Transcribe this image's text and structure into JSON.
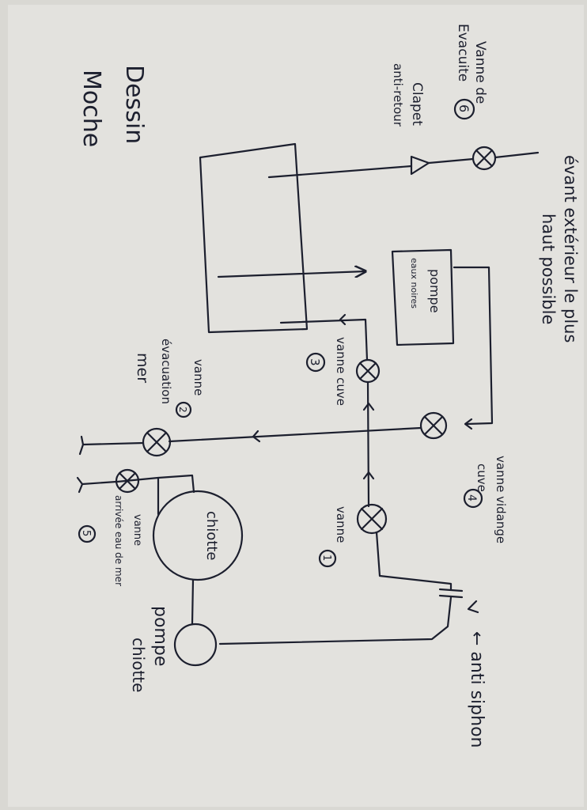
{
  "colors": {
    "ink": "#1c1f2e",
    "paper": "#e3e2de"
  },
  "labels": {
    "title_line1": "Dessin",
    "title_line2": "Moche",
    "vanne_evacuation_l1": "Vanne de",
    "vanne_evacuation_l2": "Evacuite",
    "vanne_evacuation_num": "6",
    "clapet_l1": "Clapet",
    "clapet_l2": "anti-retour",
    "evant_l1": "évant extérieur le plus",
    "evant_l2": "haut possible",
    "pompe_l1": "pompe",
    "pompe_l2": "eaux noires",
    "vanne_cuve_l1": "vanne cuve",
    "vanne_cuve_num": "3",
    "vanne_evac_mer_l1": "vanne",
    "vanne_evac_mer_num": "2",
    "vanne_evac_mer_l2": "évacuation",
    "vanne_evac_mer_l3": "mer",
    "vanne_vidange_l1": "vanne vidange",
    "vanne_vidange_l2": "cuve",
    "vanne_vidange_num": "4",
    "vanne1_l1": "vanne",
    "vanne1_num": "1",
    "chiotte": "chiotte",
    "vanne_arrivee_l1": "vanne",
    "vanne_arrivee_l2": "arrivée eau de mer",
    "vanne_arrivee_num": "5",
    "pompe_chiotte_l1": "pompe",
    "pompe_chiotte_l2": "chiotte",
    "anti_siphon": "← anti siphon"
  }
}
